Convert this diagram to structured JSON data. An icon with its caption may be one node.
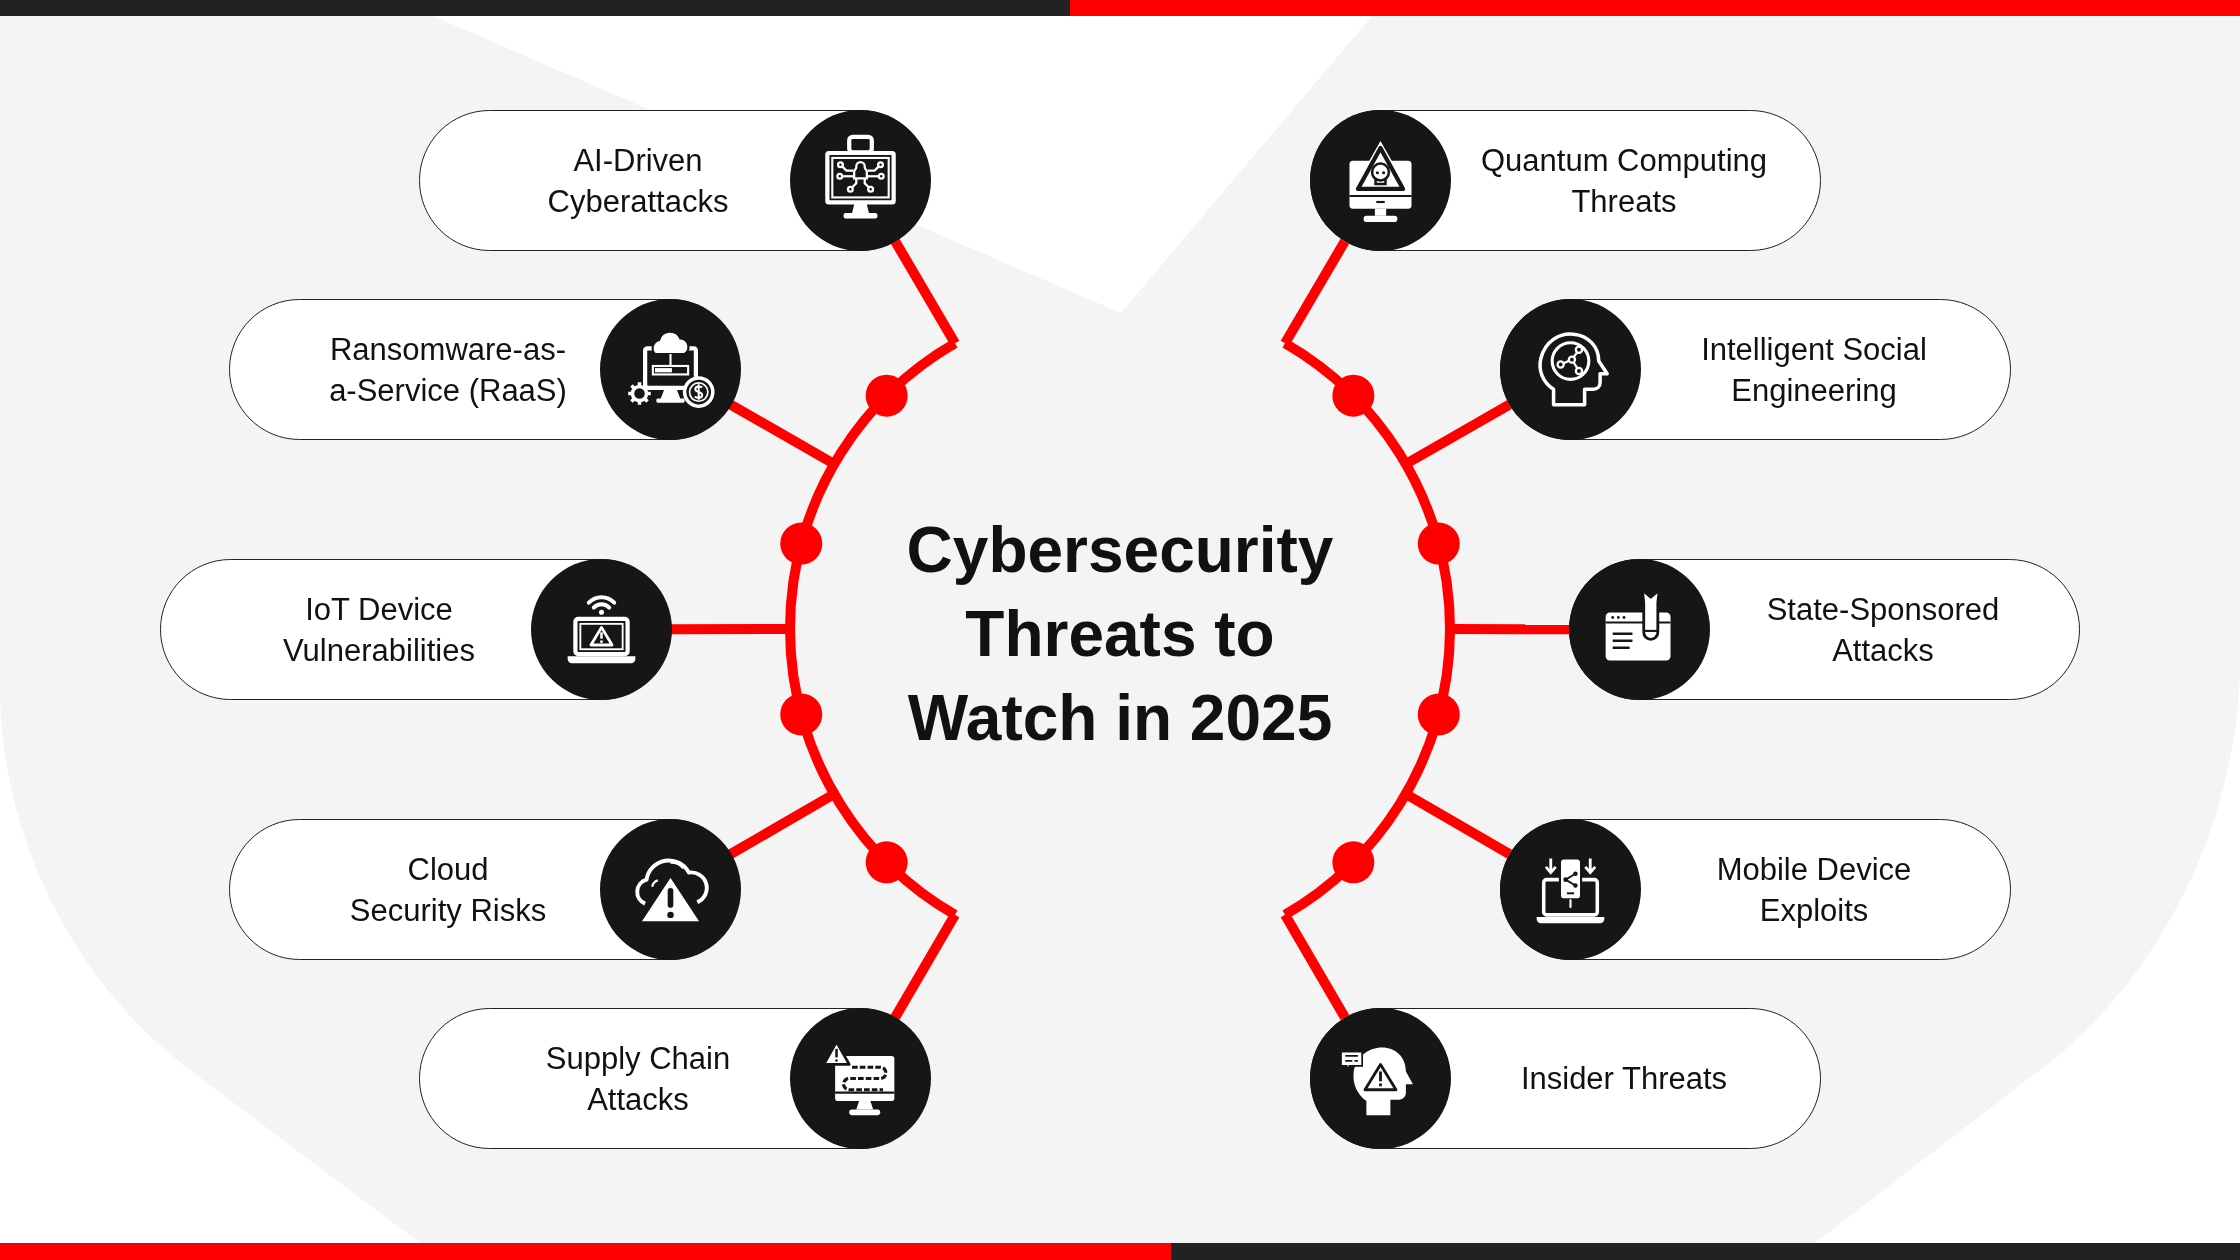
{
  "diagram": {
    "title": "Cybersecurity Threats to Watch in 2025",
    "nodes": [
      {
        "text": [],
        "shape": "circle"
      },
      {
        "text": [
          "AI-Driven Cyberattacks"
        ]
      },
      {
        "text": [
          "Ransomware-as-a-Service (RaaS)"
        ]
      },
      {
        "text": [
          "IoT Device Vulnerabilities"
        ]
      },
      {
        "text": [
          "Cloud Security Risks"
        ]
      },
      {
        "text": [
          "Supply Chain Attacks"
        ]
      },
      {
        "text": [
          "Quantum Computing Threats"
        ]
      },
      {
        "text": [
          "Intelligent Social Engineering"
        ]
      },
      {
        "text": [
          "State-Sponsored Attacks"
        ]
      },
      {
        "text": [
          "Mobile Device Exploits"
        ]
      },
      {
        "text": [
          "Insider Threats"
        ]
      }
    ],
    "edges": [
      {
        "from": 0,
        "to": 1,
        "arrow": "none"
      },
      {
        "from": 0,
        "to": 2,
        "arrow": "none"
      },
      {
        "from": 0,
        "to": 3,
        "arrow": "none"
      },
      {
        "from": 0,
        "to": 4,
        "arrow": "none"
      },
      {
        "from": 0,
        "to": 5,
        "arrow": "none"
      },
      {
        "from": 0,
        "to": 6,
        "arrow": "none"
      },
      {
        "from": 0,
        "to": 7,
        "arrow": "none"
      },
      {
        "from": 0,
        "to": 8,
        "arrow": "none"
      },
      {
        "from": 0,
        "to": 9,
        "arrow": "none"
      },
      {
        "from": 0,
        "to": 10,
        "arrow": "none"
      }
    ]
  }
}
